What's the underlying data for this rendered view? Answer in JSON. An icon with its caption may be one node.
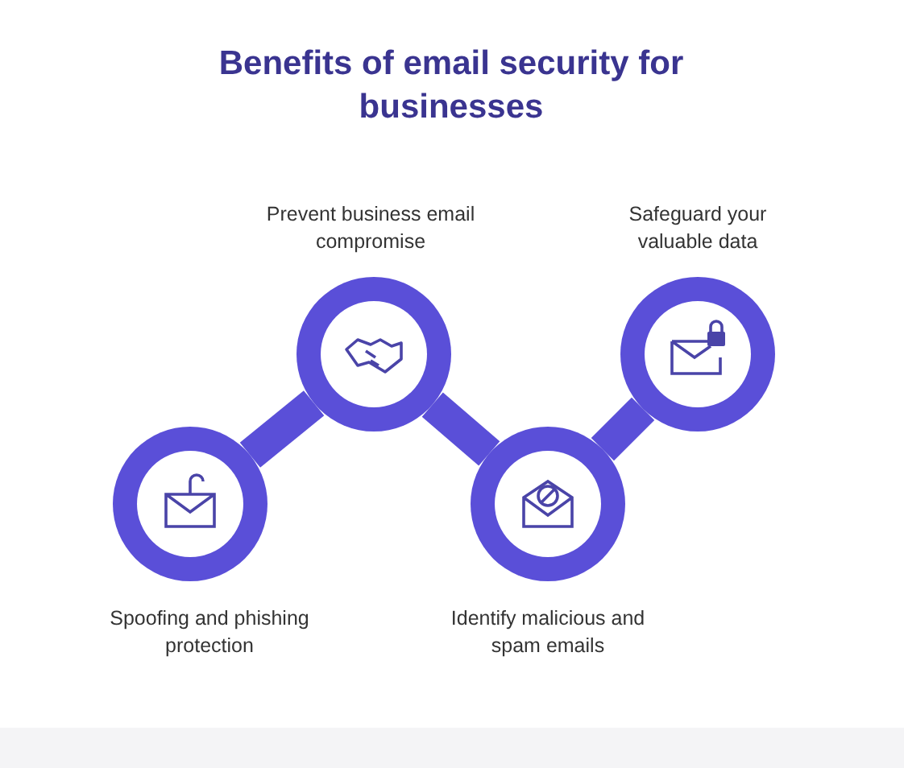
{
  "diagram": {
    "title": "Benefits of email security for businesses",
    "nodes": [
      {
        "text": [],
        "shape": "circle",
        "beside": [
          "Spoofing and phishing protection"
        ]
      },
      {
        "text": [],
        "shape": "circle",
        "beside": [
          "Prevent business email compromise"
        ]
      },
      {
        "text": [],
        "shape": "circle",
        "beside": [
          "Identify malicious and spam emails"
        ]
      },
      {
        "text": [],
        "shape": "circle",
        "beside": [
          "Safeguard your valuable data"
        ]
      }
    ],
    "edges": [
      {
        "from": 0,
        "to": 1,
        "arrow": "none"
      },
      {
        "from": 1,
        "to": 2,
        "arrow": "none"
      },
      {
        "from": 2,
        "to": 3,
        "arrow": "none"
      }
    ]
  }
}
